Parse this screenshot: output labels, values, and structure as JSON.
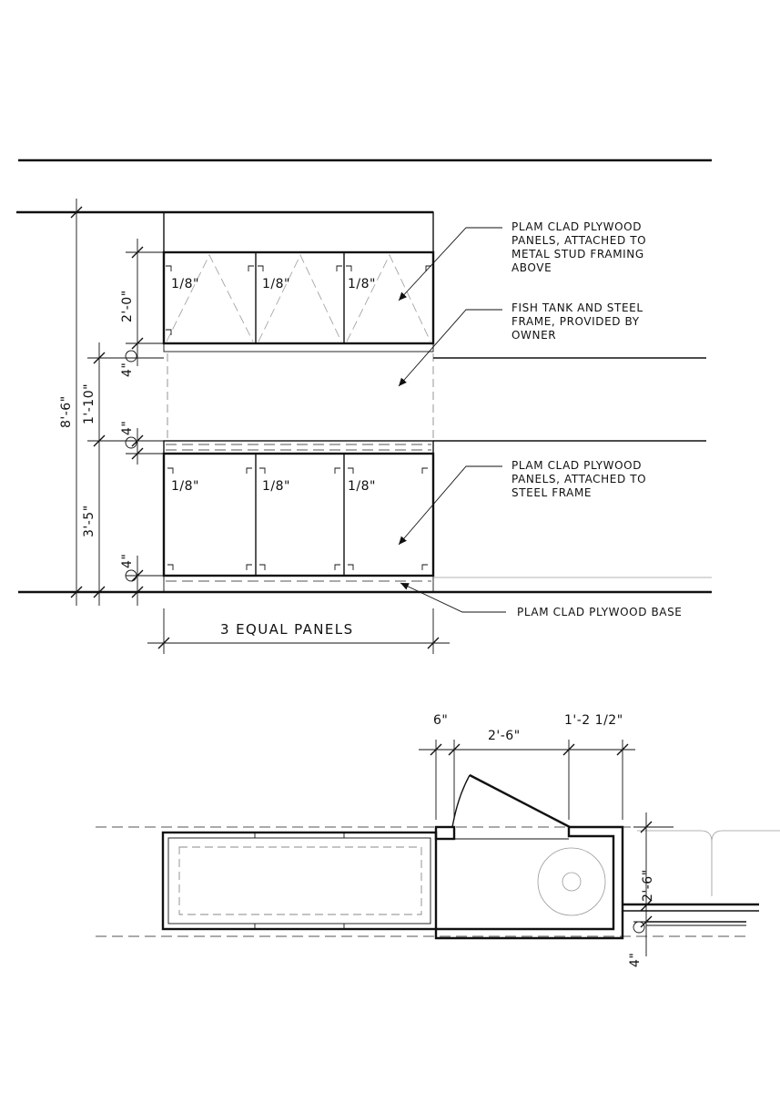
{
  "elevation": {
    "notes": {
      "upper_panels": [
        "PLAM CLAD PLYWOOD",
        "PANELS, ATTACHED TO",
        "METAL STUD FRAMING",
        "ABOVE"
      ],
      "fish_tank": [
        "FISH TANK AND STEEL",
        "FRAME, PROVIDED BY",
        "OWNER"
      ],
      "lower_panels": [
        "PLAM CLAD PLYWOOD",
        "PANELS, ATTACHED TO",
        "STEEL FRAME"
      ],
      "base": "PLAM CLAD PLYWOOD BASE"
    },
    "dimensions": {
      "overall_height": "8'-6\"",
      "upper_panel_height": "2'-0\"",
      "tank_height": "1'-10\"",
      "lower_height": "3'-5\"",
      "four_inch": "4\"",
      "gap": "1/8\"",
      "width": "3 EQUAL PANELS"
    }
  },
  "plan": {
    "dimensions": {
      "six_inch": "6\"",
      "two_six": "2'-6\"",
      "one_two_half": "1'-2 1/2\"",
      "depth": "2'-6\"",
      "four_inch": "4\""
    }
  }
}
